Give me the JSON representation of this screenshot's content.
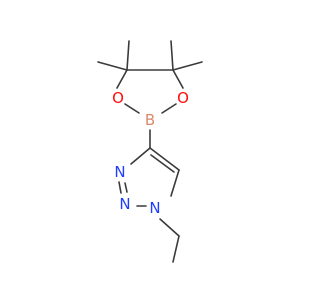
{
  "molecule": {
    "atoms": [
      {
        "id": "B",
        "symbol": "B",
        "color": "#d98a6a"
      },
      {
        "id": "O1",
        "symbol": "O",
        "color": "#ff0d0d"
      },
      {
        "id": "O2",
        "symbol": "O",
        "color": "#ff0d0d"
      },
      {
        "id": "N1",
        "symbol": "N",
        "color": "#1f3dff"
      },
      {
        "id": "N2",
        "symbol": "N",
        "color": "#1f3dff"
      },
      {
        "id": "N3",
        "symbol": "N",
        "color": "#1f3dff"
      }
    ],
    "bond_color": "#3a3a3a"
  }
}
